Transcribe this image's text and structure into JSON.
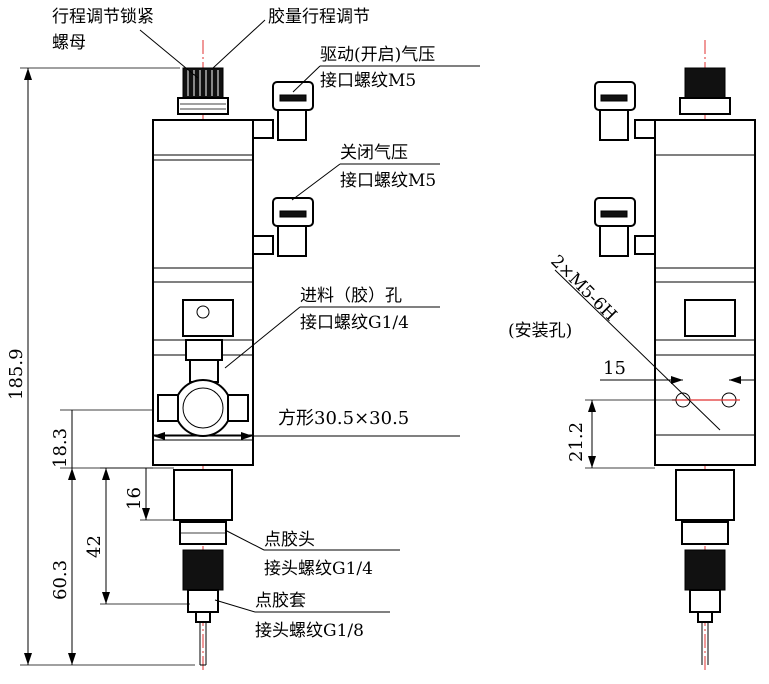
{
  "labels": {
    "stroke_lock_nut_1": "行程调节锁紧",
    "stroke_lock_nut_2": "螺母",
    "glue_stroke_adjust": "胶量行程调节",
    "drive_air_1": "驱动(开启)气压",
    "drive_air_2": "接口螺纹M5",
    "close_air_1": "关闭气压",
    "close_air_2": "接口螺纹M5",
    "feed_1": "进料（胶）孔",
    "feed_2": "接口螺纹G1/4",
    "square": "方形30.5×30.5",
    "nozzle_1": "点胶头",
    "nozzle_2": "接头螺纹G1/4",
    "sleeve_1": "点胶套",
    "sleeve_2": "接头螺纹G1/8",
    "mount_holes_1": "2×M5-6H",
    "mount_holes_2": "(安装孔)"
  },
  "dimensions": {
    "total_height": "185.9",
    "base_height": "18.3",
    "lower_height": "60.3",
    "nozzle_length": "42",
    "neck_length": "16",
    "hole_spacing": "15",
    "hole_height": "21.2"
  },
  "colors": {
    "centerline": "#e03030",
    "outline": "#000000"
  }
}
